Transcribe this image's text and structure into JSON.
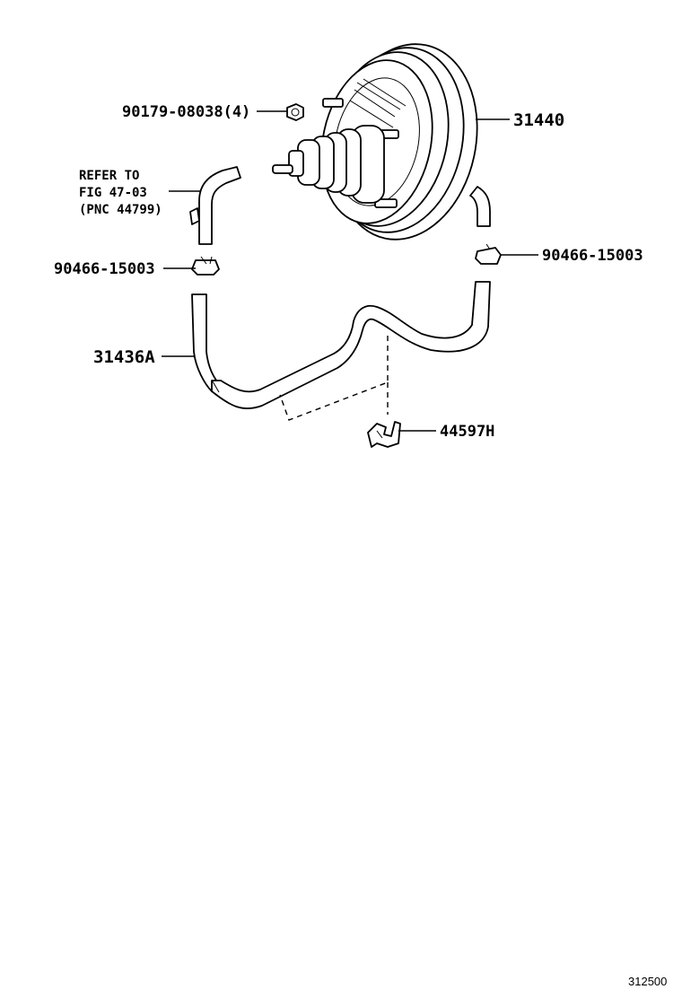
{
  "diagram": {
    "callouts": {
      "booster_bolt": "90179-08038(4)",
      "booster": "31440",
      "refer_line1": "REFER TO",
      "refer_line2": "FIG 47-03",
      "refer_line3": "(PNC 44799)",
      "clamp_left": "90466-15003",
      "clamp_right": "90466-15003",
      "vacuum_hose": "31436A",
      "hose_clamp": "44597H"
    },
    "figure_id": "312500"
  }
}
